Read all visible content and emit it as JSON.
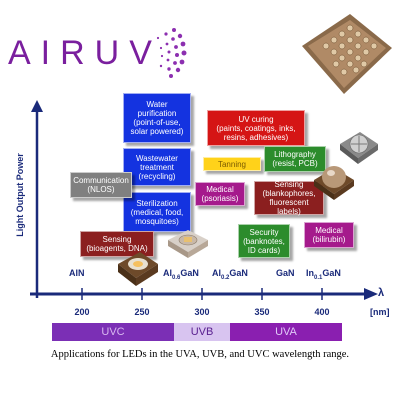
{
  "logo": {
    "text": "AIRUV"
  },
  "y_axis_label": "Light Output Power",
  "x_axis": {
    "symbol": "λ",
    "unit": "[nm]",
    "ticks": [
      "200",
      "250",
      "300",
      "350",
      "400"
    ],
    "materials": [
      "AlN",
      "Al0.6GaN",
      "Al0.2GaN",
      "GaN",
      "In0.1GaN"
    ]
  },
  "bands": [
    {
      "label": "UVC",
      "color": "#7b2fb5"
    },
    {
      "label": "UVB",
      "color": "#d8c4f0"
    },
    {
      "label": "UVA",
      "color": "#8a1fb0"
    }
  ],
  "applications": [
    {
      "text": "Water\npurification\n(point-of-use,\nsolar powered)",
      "color": "blue"
    },
    {
      "text": "Wastewater\ntreatment\n(recycling)",
      "color": "blue"
    },
    {
      "text": "Sterilization\n(medical, food,\nmosquitoes)",
      "color": "blue"
    },
    {
      "text": "Communication\n(NLOS)",
      "color": "gray"
    },
    {
      "text": "Sensing\n(bioagents, DNA)",
      "color": "maroon"
    },
    {
      "text": "UV curing\n(paints, coatings, inks,\nresins, adhesives)",
      "color": "red"
    },
    {
      "text": "Tanning",
      "color": "yellow"
    },
    {
      "text": "Lithography\n(resist, PCB)",
      "color": "green"
    },
    {
      "text": "Medical\n(psoriasis)",
      "color": "purple"
    },
    {
      "text": "Sensing\n(blankophores,\nfluorescent labels)",
      "color": "maroon"
    },
    {
      "text": "Security\n(banknotes,\nID cards)",
      "color": "green"
    },
    {
      "text": "Medical\n(bilirubin)",
      "color": "purple"
    }
  ],
  "caption": "Applications for LEDs in the UVA, UVB, and UVC wavelength range."
}
